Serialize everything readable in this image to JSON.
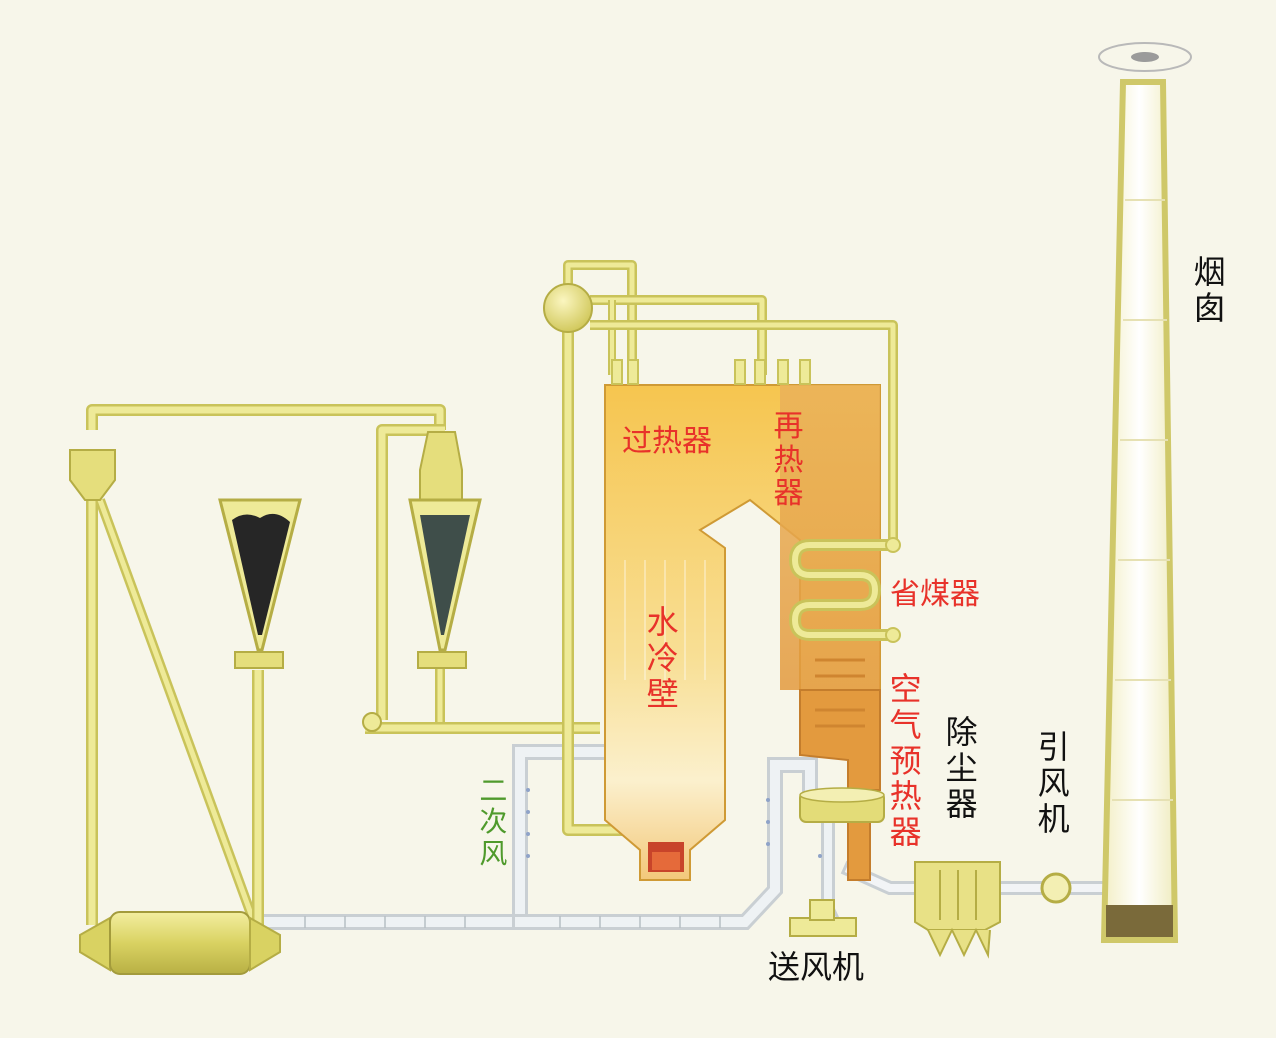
{
  "labels": {
    "superheater": "过热器",
    "reheater": "再热器",
    "economizer": "省煤器",
    "water_wall": "水冷壁",
    "air_preheater": "空气预热器",
    "dust_collector": "除尘器",
    "induced_draft_fan": "引风机",
    "chimney": "烟囱",
    "secondary_air": "二次风",
    "forced_draft_fan": "送风机"
  },
  "colors": {
    "background": "#f7f6ea",
    "pipe": "#e6e07e",
    "pipe_outline": "#c9c35a",
    "furnace": "#f5c85a",
    "flue": "#e7a44a",
    "air_duct": "#dfe6ea",
    "coal": "#262626",
    "label_red": "#e8322a",
    "label_black": "#111111",
    "label_green": "#4f9a2c"
  }
}
